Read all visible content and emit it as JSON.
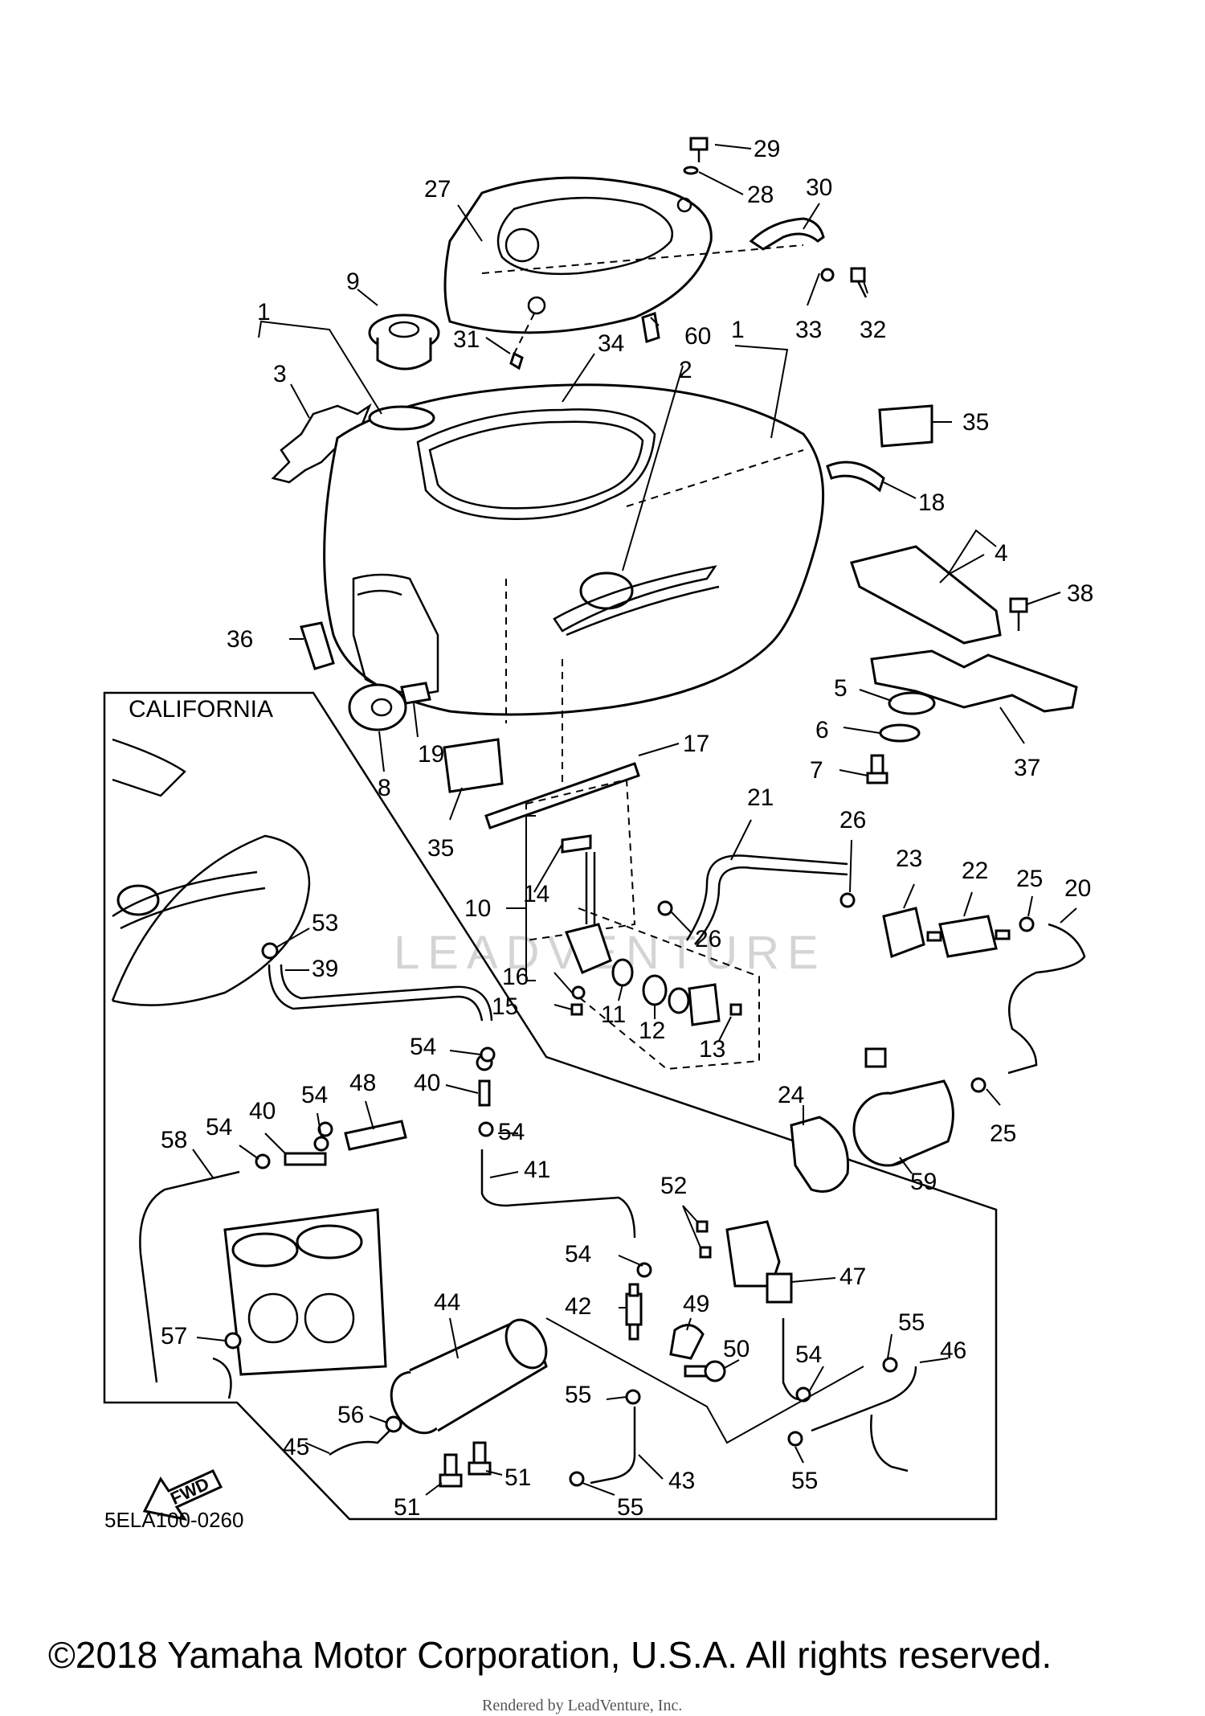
{
  "diagram": {
    "region_label": "CALIFORNIA",
    "diagram_code": "5ELA100-0260",
    "fwd_label": "FWD",
    "watermark": "LEADVENTURE",
    "copyright": "©2018 Yamaha Motor Corporation, U.S.A. All rights reserved.",
    "rendered_by": "Rendered by LeadVenture, Inc.",
    "callouts": [
      "29",
      "28",
      "30",
      "27",
      "9",
      "1",
      "31",
      "60",
      "34",
      "33",
      "32",
      "1",
      "2",
      "3",
      "35",
      "18",
      "4",
      "38",
      "36",
      "5",
      "6",
      "7",
      "37",
      "8",
      "19",
      "17",
      "35",
      "21",
      "26",
      "23",
      "22",
      "25",
      "20",
      "14",
      "10",
      "26",
      "16",
      "15",
      "11",
      "12",
      "13",
      "53",
      "39",
      "54",
      "40",
      "48",
      "54",
      "40",
      "54",
      "58",
      "54",
      "41",
      "24",
      "25",
      "59",
      "52",
      "47",
      "54",
      "42",
      "49",
      "50",
      "44",
      "55",
      "46",
      "57",
      "54",
      "55",
      "56",
      "45",
      "51",
      "51",
      "43",
      "55",
      "55"
    ]
  }
}
